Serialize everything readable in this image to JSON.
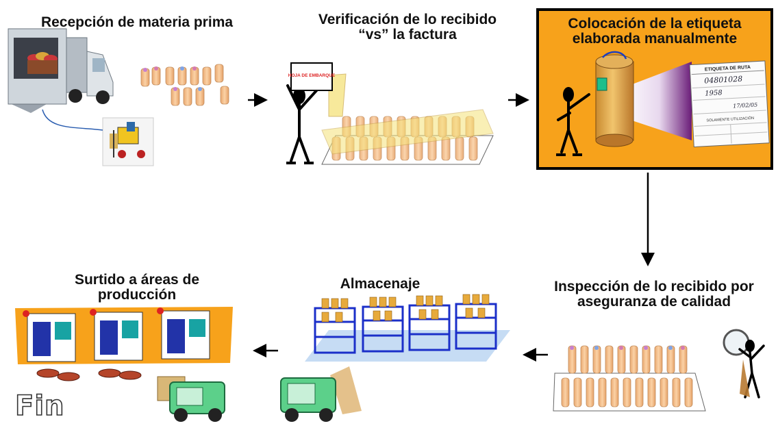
{
  "steps": [
    {
      "title": "Recepción de  materia prima"
    },
    {
      "title": "Verificación de lo recibido “vs” la factura"
    },
    {
      "title": "Colocación de la etiqueta elaborada manualmente"
    },
    {
      "title": "Inspección de lo recibido por aseguranza de calidad"
    },
    {
      "title": "Almacenaje"
    },
    {
      "title": "Surtido a áreas de producción"
    }
  ],
  "sign_text": "HOJA DE EMBARQUE",
  "label_card": {
    "header": "ETIQUETA DE RUTA",
    "handwritten_code": "04801028",
    "handwritten_qty": "1958",
    "handwritten_date": "17/02/05",
    "footer": "SOLAMENTE UTILIZACIÓN"
  },
  "end_text": "Fin",
  "colors": {
    "highlight_box": "#f7a21b",
    "roll": "#f6c08e",
    "arrow": "#000000",
    "shelf": "#1b2fc9"
  }
}
